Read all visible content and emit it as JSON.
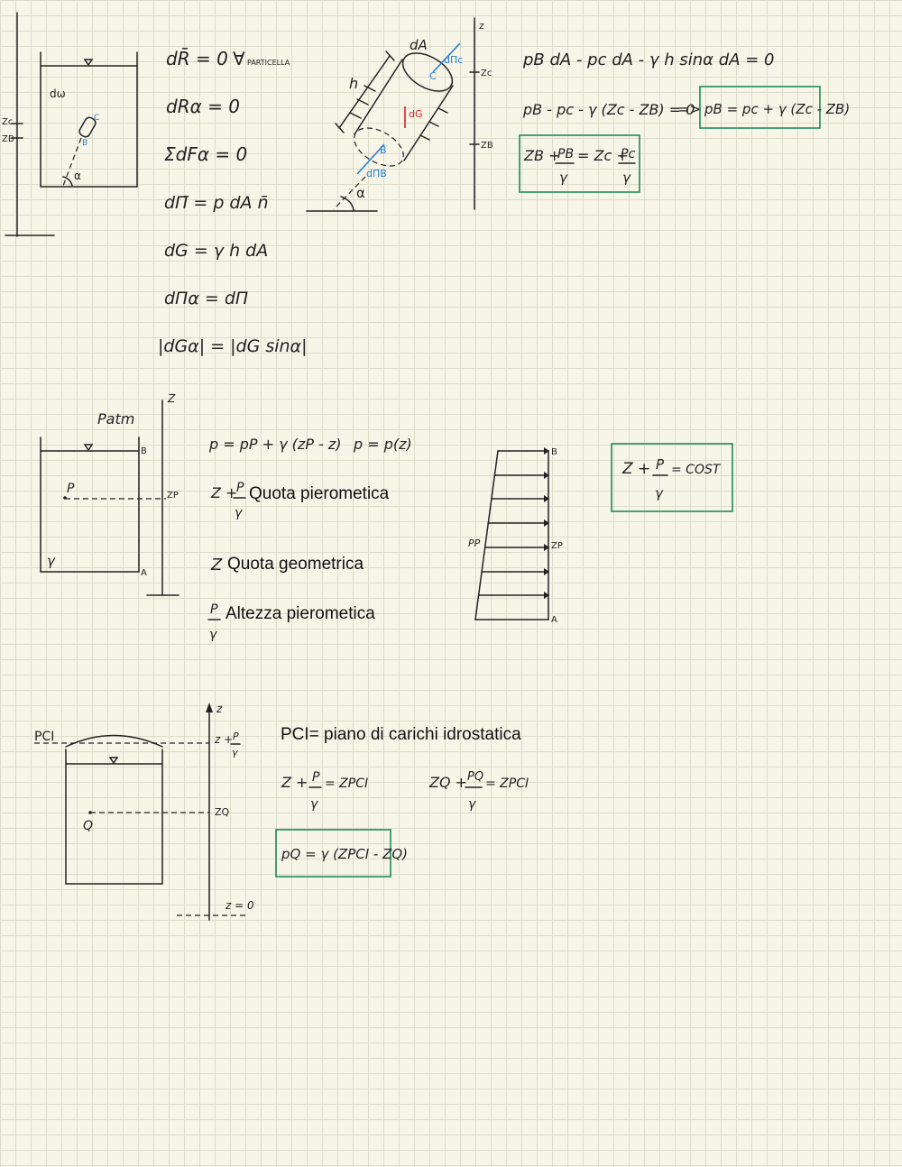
{
  "colors": {
    "ink": "#222222",
    "box": "#1f8a5a",
    "blue": "#2a7fd4",
    "red": "#dd2222"
  },
  "section1": {
    "tank": {
      "z_c": "Zc",
      "z_b": "ZB",
      "d_omega": "dω",
      "point_c": "C",
      "point_b": "B",
      "alpha": "α"
    },
    "equations": [
      "dR̄ = 0",
      "dRα = 0",
      "ΣdFα = 0",
      "dΠ̄ = p dA n̄",
      "dG = γ h dA",
      "dΠα = dΠ",
      "|dGα| = |dG sinα|"
    ],
    "forall": "∀",
    "forall_sub": "PARTICELLA",
    "cylinder": {
      "dA": "dA",
      "h": "h",
      "c": "C",
      "b": "B",
      "d_pi_c": "dΠc",
      "d_pi_b": "dΠB",
      "d_g": "dG",
      "alpha": "α"
    },
    "axis": {
      "z": "z",
      "zc": "Zc",
      "zb": "ZB"
    },
    "eq_balance": "pB dA - pc dA - γ h sinα dA = 0",
    "eq_balance2": "pB - pc - γ (Zc - ZB) = 0",
    "arrow": "=>",
    "boxed_pb": "pB = pc + γ (Zc - ZB)",
    "boxed_z": {
      "zb": "ZB +",
      "pb": "PB",
      "eq": "= Zc +",
      "pc": "Pc",
      "gamma": "γ"
    }
  },
  "section2": {
    "patm": "Patm",
    "tank": {
      "p": "P",
      "gamma": "γ",
      "b": "B",
      "a": "A",
      "zp": "ZP",
      "z": "Z"
    },
    "eq_p": "p = pP + γ (zP - z)",
    "eq_pz": "p = p(z)",
    "quota_pier": {
      "lhs": "Z +",
      "num": "P",
      "den": "γ",
      "text": "Quota pierometica"
    },
    "quota_geo": {
      "lhs": "Z",
      "text": "Quota geometrica"
    },
    "altezza": {
      "num": "P",
      "den": "γ",
      "text": "Altezza pierometica"
    },
    "diagram": {
      "b": "B",
      "pp": "PP",
      "zp": "ZP",
      "a": "A"
    },
    "boxed": {
      "z": "Z +",
      "num": "P",
      "den": "γ",
      "rhs": "= COST"
    }
  },
  "section3": {
    "pci": "PCI",
    "q": "Q",
    "axis": {
      "z": "z",
      "z_plus": "z +",
      "num": "P",
      "den": "γ",
      "zq": "ZQ",
      "z0": "z = 0"
    },
    "definition": "PCI= piano di carichi idrostatica",
    "eq1": {
      "lhs": "Z +",
      "num": "P",
      "den": "γ",
      "rhs": "= ZPCI"
    },
    "eq2": {
      "lhs": "ZQ +",
      "num": "PQ",
      "den": "γ",
      "rhs": "= ZPCI"
    },
    "boxed": "pQ = γ (ZPCI - ZQ)"
  }
}
